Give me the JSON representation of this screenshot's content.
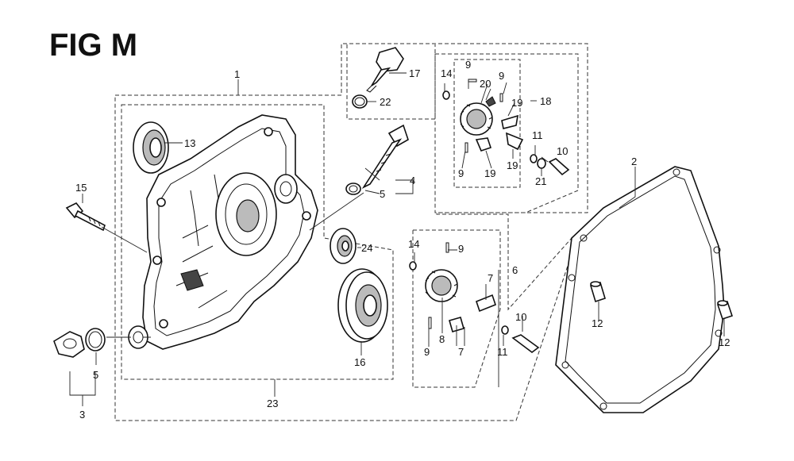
{
  "figure": {
    "title": "FIG M"
  },
  "callouts": [
    {
      "id": "c1",
      "text": "1"
    },
    {
      "id": "c2",
      "text": "2"
    },
    {
      "id": "c3",
      "text": "3"
    },
    {
      "id": "c4",
      "text": "4"
    },
    {
      "id": "c5a",
      "text": "5"
    },
    {
      "id": "c5b",
      "text": "5"
    },
    {
      "id": "c6",
      "text": "6"
    },
    {
      "id": "c7a",
      "text": "7"
    },
    {
      "id": "c7b",
      "text": "7"
    },
    {
      "id": "c8",
      "text": "8"
    },
    {
      "id": "c9a",
      "text": "9"
    },
    {
      "id": "c9b",
      "text": "9"
    },
    {
      "id": "c9c",
      "text": "9"
    },
    {
      "id": "c9d",
      "text": "9"
    },
    {
      "id": "c9e",
      "text": "9"
    },
    {
      "id": "c10a",
      "text": "10"
    },
    {
      "id": "c10b",
      "text": "10"
    },
    {
      "id": "c11a",
      "text": "11"
    },
    {
      "id": "c11b",
      "text": "11"
    },
    {
      "id": "c12a",
      "text": "12"
    },
    {
      "id": "c12b",
      "text": "12"
    },
    {
      "id": "c13",
      "text": "13"
    },
    {
      "id": "c14a",
      "text": "14"
    },
    {
      "id": "c14b",
      "text": "14"
    },
    {
      "id": "c15",
      "text": "15"
    },
    {
      "id": "c16",
      "text": "16"
    },
    {
      "id": "c17",
      "text": "17"
    },
    {
      "id": "c18",
      "text": "18"
    },
    {
      "id": "c19a",
      "text": "19"
    },
    {
      "id": "c19b",
      "text": "19"
    },
    {
      "id": "c19c",
      "text": "19"
    },
    {
      "id": "c20",
      "text": "20"
    },
    {
      "id": "c21",
      "text": "21"
    },
    {
      "id": "c22",
      "text": "22"
    },
    {
      "id": "c23",
      "text": "23"
    },
    {
      "id": "c24",
      "text": "24"
    }
  ]
}
